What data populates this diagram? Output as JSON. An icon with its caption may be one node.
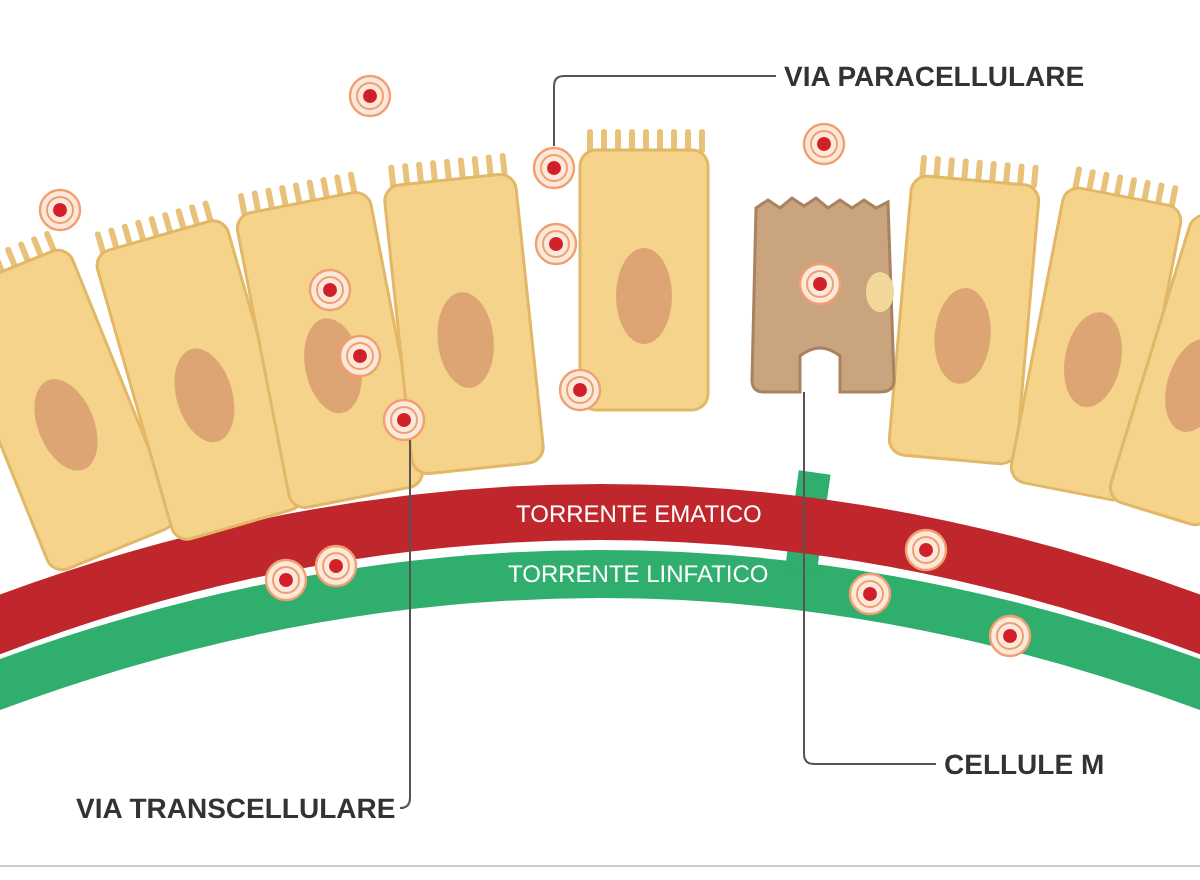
{
  "diagram": {
    "nodes": [
      {
        "text": [
          "VIA PARACELLULARE"
        ]
      },
      {
        "text": [
          "VIA TRANSCELLULARE"
        ]
      },
      {
        "text": [
          "CELLULE M"
        ]
      },
      {
        "text": [
          "TORRENTE EMATICO"
        ]
      },
      {
        "text": [
          "TORRENTE LINFATICO"
        ]
      },
      {
        "text": [],
        "shape": "circle"
      },
      {
        "text": [],
        "shape": "circle"
      },
      {
        "text": [],
        "shape": "picture"
      }
    ],
    "edges": [
      {
        "from": 0,
        "to": 5,
        "arrow": "none"
      },
      {
        "from": 1,
        "to": 6,
        "arrow": "none"
      },
      {
        "from": 2,
        "to": 7,
        "arrow": "none"
      }
    ]
  }
}
